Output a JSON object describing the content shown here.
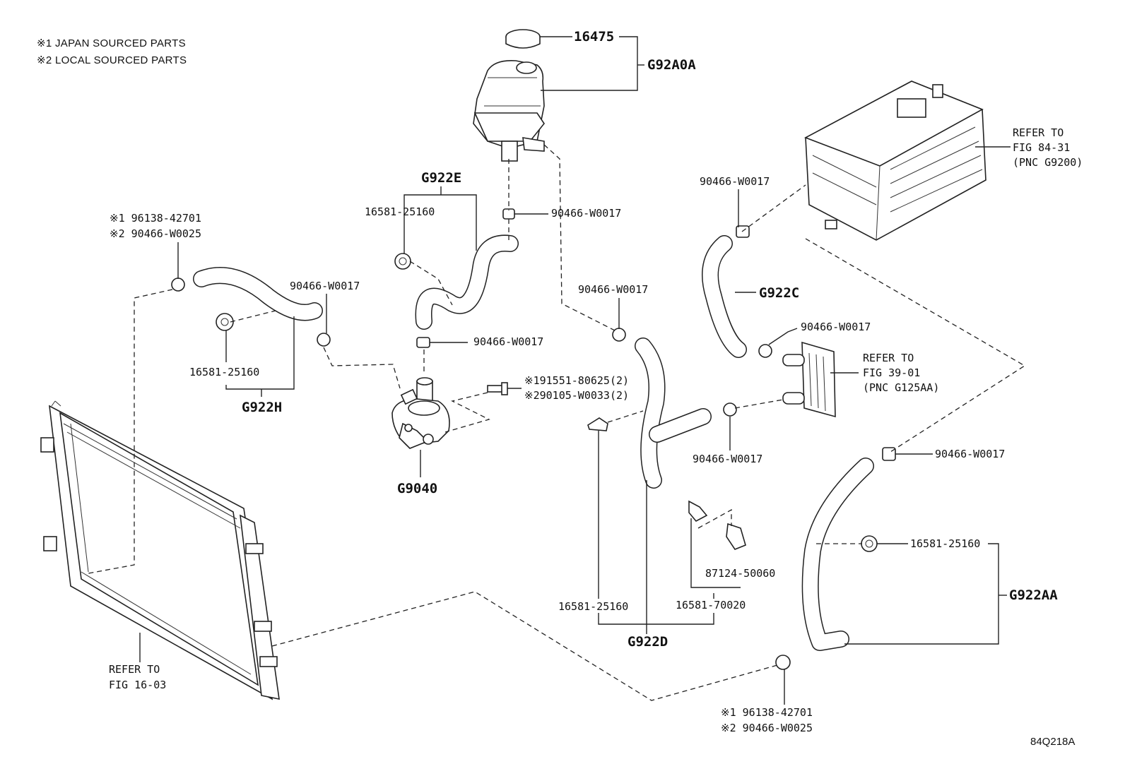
{
  "notes": {
    "note1": "※1 JAPAN SOURCED PARTS",
    "note2": "※2 LOCAL SOURCED PARTS"
  },
  "figure_code": "84Q218A",
  "labels": {
    "cap": "16475",
    "reservoir_group": "G92A0A",
    "hose_e": "G922E",
    "hose_e_clamp": "16581-25160",
    "reservoir_clip": "90466-W0017",
    "pump_top_clip": "90466-W0017",
    "pump_bolt_1": "※191551-80625(2)",
    "pump_bolt_2": "※290105-W0033(2)",
    "pump": "G9040",
    "radiator_clamp_1": "※1 96138-42701",
    "radiator_clamp_2": "※2 90466-W0025",
    "hose_h_clip": "90466-W0017",
    "hose_h_clamp": "16581-25160",
    "hose_h": "G922H",
    "radiator_ref_1": "REFER TO",
    "radiator_ref_2": "FIG 16-03",
    "hose_d_clip": "90466-W0017",
    "hose_d_clamp_a": "16581-25160",
    "hose_d_clamp_b": "16581-70020",
    "bracket": "87124-50060",
    "hose_d": "G922D",
    "inverter_clip": "90466-W0017",
    "inverter_ref_1": "REFER TO",
    "inverter_ref_2": "FIG 84-31",
    "inverter_ref_3": "(PNC G9200)",
    "hose_c": "G922C",
    "cooler_clip_top": "90466-W0017",
    "cooler_ref_1": "REFER TO",
    "cooler_ref_2": "FIG 39-01",
    "cooler_ref_3": "(PNC G125AA)",
    "cooler_clip_bottom": "90466-W0017",
    "hose_aa_clip": "90466-W0017",
    "hose_aa_clamp": "16581-25160",
    "hose_aa": "G922AA",
    "lower_clamp_1": "※1 96138-42701",
    "lower_clamp_2": "※2 90466-W0025"
  }
}
